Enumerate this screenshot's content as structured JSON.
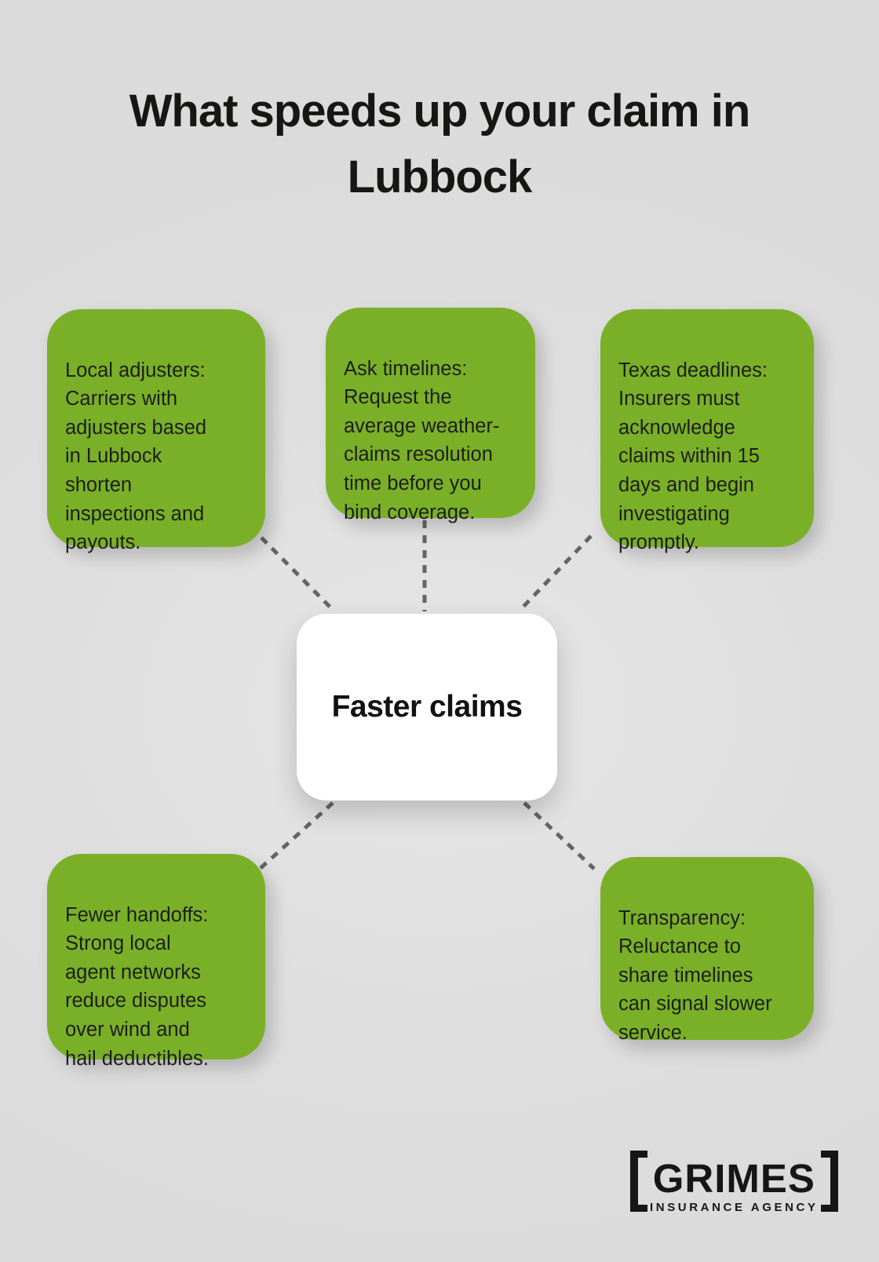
{
  "title": "What speeds up your claim in Lubbock",
  "center": {
    "label": "Faster claims"
  },
  "factors": [
    {
      "id": "local-adjusters",
      "text": "Local adjusters:\nCarriers with\nadjusters based\nin Lubbock\nshorten\ninspections and\npayouts."
    },
    {
      "id": "ask-timelines",
      "text": "Ask timelines:\nRequest the\naverage weather-\nclaims resolution\ntime before you\nbind coverage."
    },
    {
      "id": "texas-deadlines",
      "text": "Texas deadlines:\nInsurers must\nacknowledge\nclaims within 15\ndays and begin\ninvestigating\npromptly."
    },
    {
      "id": "fewer-handoffs",
      "text": "Fewer handoffs:\nStrong local\nagent networks\nreduce disputes\nover wind and\nhail deductibles."
    },
    {
      "id": "transparency",
      "text": "Transparency:\nReluctance to\nshare timelines\ncan signal slower\nservice."
    }
  ],
  "logo": {
    "name": "GRIMES",
    "tagline": "INSURANCE AGENCY"
  },
  "colors": {
    "background": "#dfdfdf",
    "factor_green": "#7ab027",
    "center_white": "#ffffff",
    "text_dark": "#1d1d1b",
    "connector_gray": "#646464",
    "logo_black": "#161616"
  }
}
